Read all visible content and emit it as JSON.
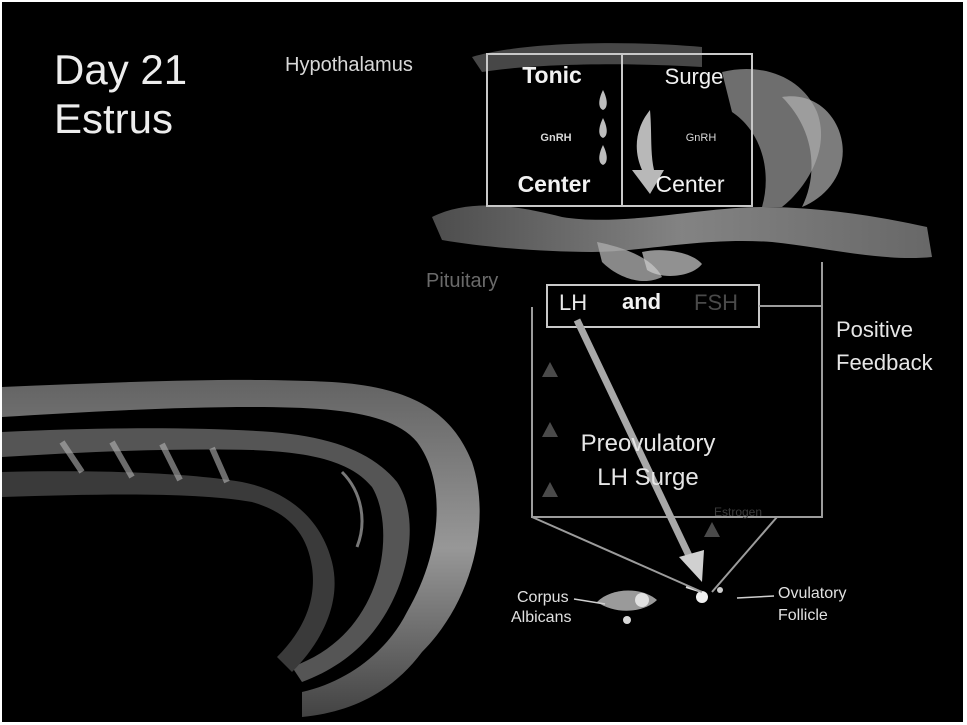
{
  "title": {
    "line1": "Day 21",
    "line2": "Estrus"
  },
  "labels": {
    "hypothalamus": "Hypothalamus",
    "tonic_center_top": "Tonic",
    "tonic_center_bottom": "Center",
    "tonic_hormone": "GnRH",
    "surge_center_top": "Surge",
    "surge_center_bottom": "Center",
    "surge_hormone": "GnRH",
    "pituitary": "Pituitary",
    "lh": "LH",
    "and": "and",
    "fsh": "FSH",
    "positive_feedback_line1": "Positive",
    "positive_feedback_line2": "Feedback",
    "lh_surge_line1": "Preovulatory",
    "lh_surge_line2": "LH Surge",
    "estrogen": "Estrogen",
    "corpus_albicans_line1": "Corpus",
    "corpus_albicans_line2": "Albicans",
    "ovulatory_follicle_line1": "Ovulatory",
    "ovulatory_follicle_line2": "Follicle"
  },
  "colors": {
    "background": "#000000",
    "text": "#e6e6e6",
    "box_line": "#c8c8c8",
    "dim_text": "#6a6a6a"
  }
}
